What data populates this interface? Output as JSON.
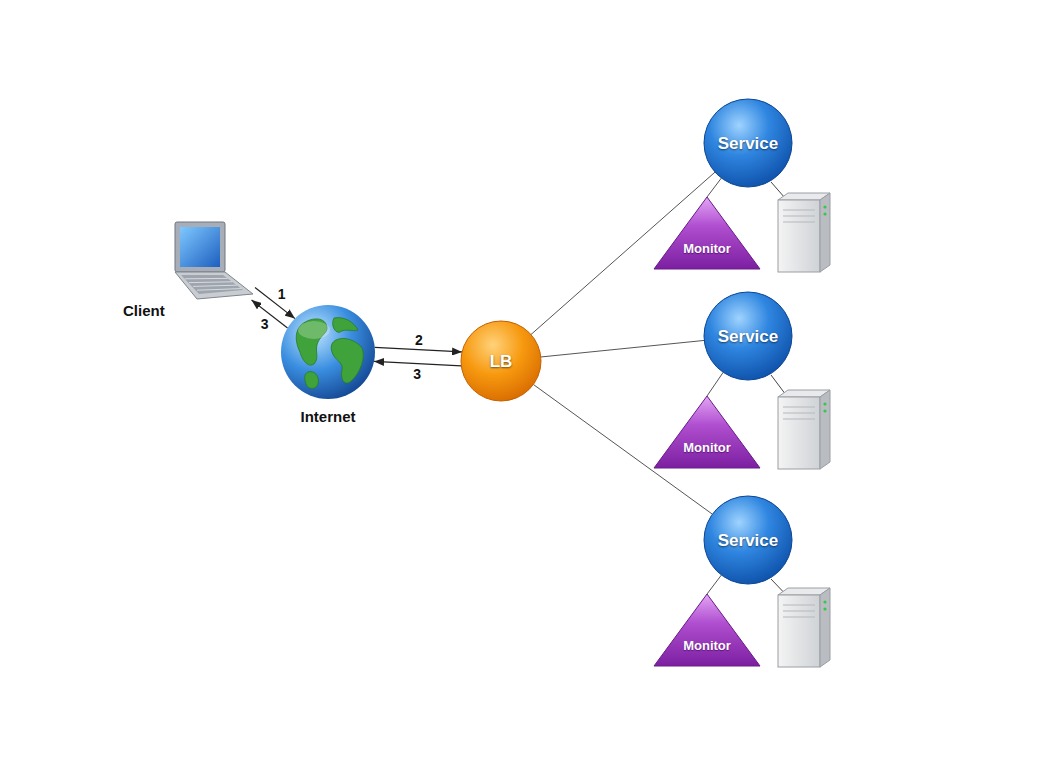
{
  "diagram": {
    "nodes": [
      {
        "text": [
          "Client"
        ]
      },
      {
        "text": [
          "Internet"
        ]
      },
      {
        "text": [
          "LB"
        ]
      },
      {
        "text": [
          "Service"
        ]
      },
      {
        "text": [
          "Monitor"
        ]
      },
      {
        "text": [
          "Service"
        ]
      },
      {
        "text": [
          "Monitor"
        ]
      },
      {
        "text": [
          "Service"
        ]
      },
      {
        "text": [
          "Monitor"
        ]
      }
    ],
    "edges": [
      {
        "from": 0,
        "to": 1,
        "arrow": "to",
        "label": "1"
      },
      {
        "from": 1,
        "to": 0,
        "arrow": "to",
        "label": "3"
      },
      {
        "from": 1,
        "to": 2,
        "arrow": "to",
        "label": "2"
      },
      {
        "from": 2,
        "to": 1,
        "arrow": "to",
        "label": "3"
      },
      {
        "from": 2,
        "to": 3,
        "arrow": "none"
      },
      {
        "from": 2,
        "to": 5,
        "arrow": "none"
      },
      {
        "from": 2,
        "to": 7,
        "arrow": "none"
      },
      {
        "from": 3,
        "to": 4,
        "arrow": "none"
      },
      {
        "from": 5,
        "to": 6,
        "arrow": "none"
      },
      {
        "from": 7,
        "to": 8,
        "arrow": "none"
      }
    ]
  }
}
